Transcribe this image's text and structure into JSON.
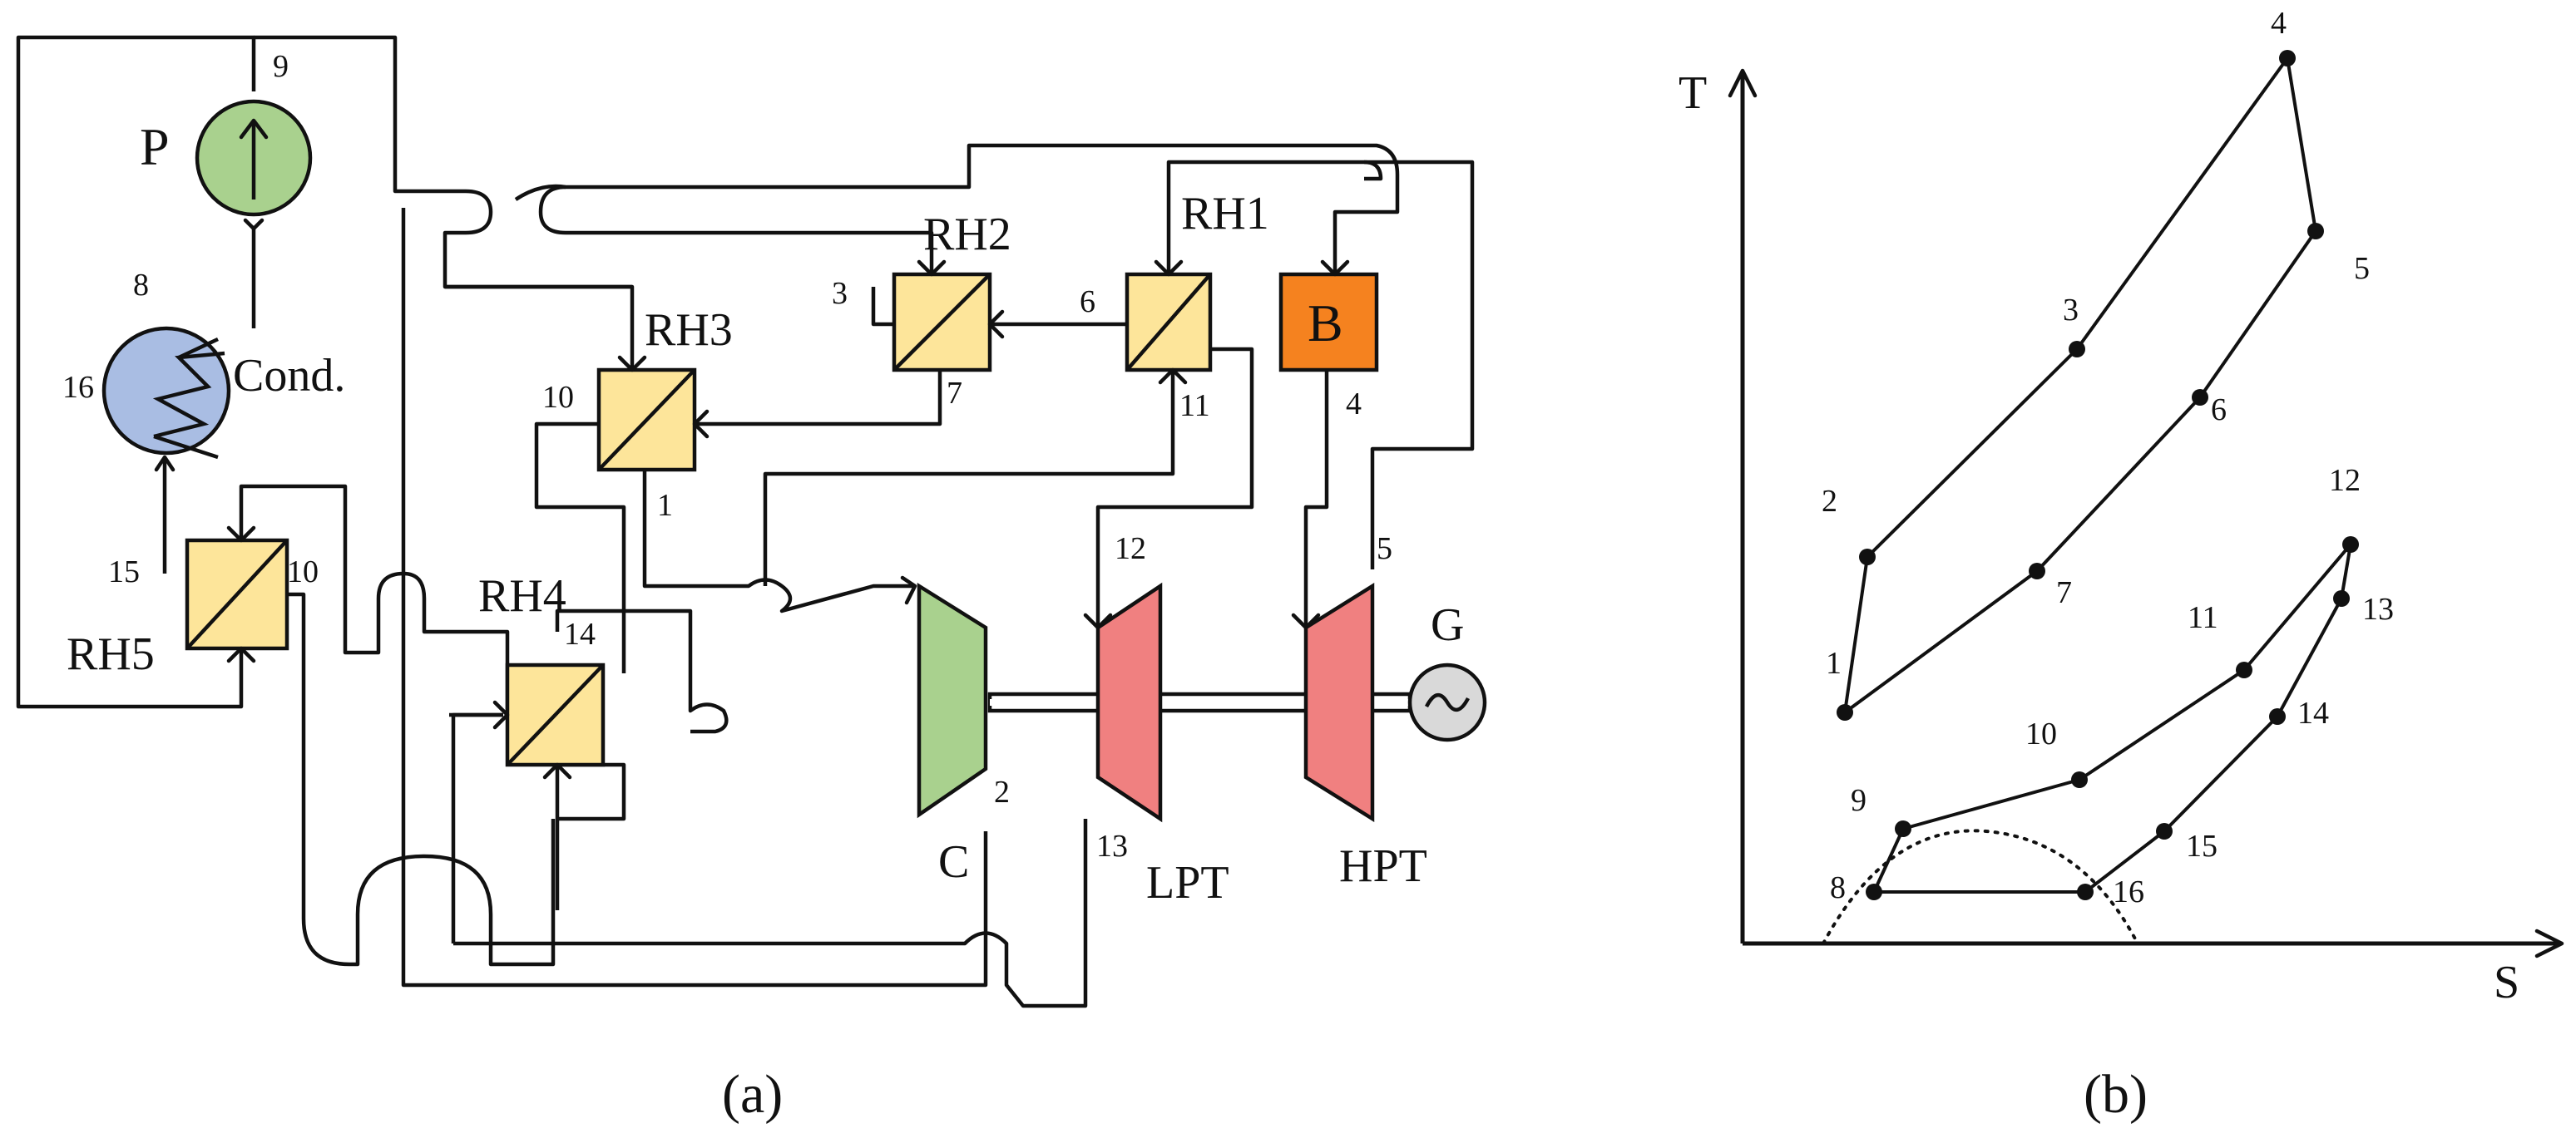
{
  "diagram_a": {
    "components": {
      "pump": "P",
      "condenser": "Cond.",
      "rh1": "RH1",
      "rh2": "RH2",
      "rh3": "RH3",
      "rh4": "RH4",
      "rh5": "RH5",
      "boiler": "B",
      "compressor": "C",
      "lpt": "LPT",
      "hpt": "HPT",
      "generator": "G"
    },
    "state_points": {
      "p9": "9",
      "p8": "8",
      "p16": "16",
      "p15": "15",
      "p10a": "10",
      "p3": "3",
      "p6": "6",
      "p7": "7",
      "p11": "11",
      "p10b": "10",
      "p1": "1",
      "p4": "4",
      "p12": "12",
      "p5": "5",
      "p14": "14",
      "p2": "2",
      "p13": "13"
    },
    "caption": "(a)"
  },
  "diagram_b": {
    "axis_t": "T",
    "axis_s": "S",
    "points": [
      {
        "id": "1"
      },
      {
        "id": "2"
      },
      {
        "id": "3"
      },
      {
        "id": "4"
      },
      {
        "id": "5"
      },
      {
        "id": "6"
      },
      {
        "id": "7"
      },
      {
        "id": "8"
      },
      {
        "id": "9"
      },
      {
        "id": "10"
      },
      {
        "id": "11"
      },
      {
        "id": "12"
      },
      {
        "id": "13"
      },
      {
        "id": "14"
      },
      {
        "id": "15"
      },
      {
        "id": "16"
      }
    ],
    "caption": "(b)"
  }
}
